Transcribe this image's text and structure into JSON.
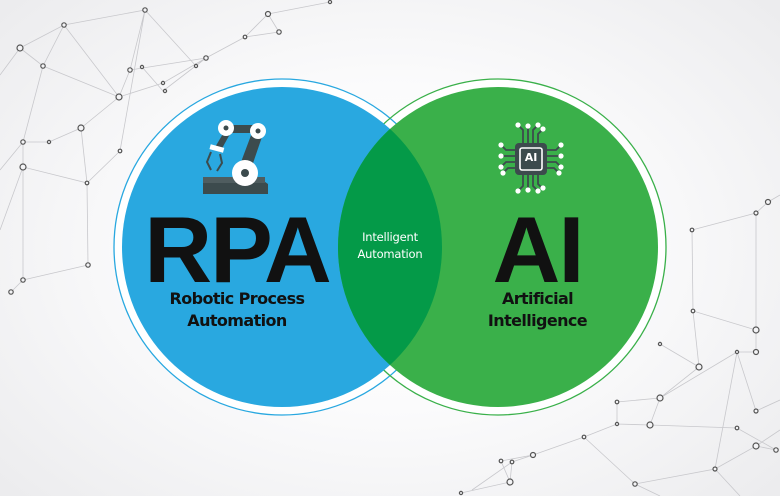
{
  "diagram": {
    "type": "venn",
    "left": {
      "title": "RPA",
      "subtitle_line1": "Robotic Process",
      "subtitle_line2": "Automation",
      "icon": "robotic-arm-icon",
      "fill_color": "#29a8e0",
      "ring_color": "#29a8e0"
    },
    "right": {
      "title": "AI",
      "subtitle_line1": "Artificial",
      "subtitle_line2": "Intelligence",
      "icon": "ai-chip-icon",
      "chip_label": "AI",
      "fill_color": "#3ab04a",
      "ring_color": "#3ab04a"
    },
    "intersection": {
      "line1": "Intelligent",
      "line2": "Automation",
      "fill_color": "#049a48"
    },
    "background": {
      "decoration": "network-nodes",
      "line_color": "#c9c9cc",
      "node_color": "#555555"
    }
  }
}
